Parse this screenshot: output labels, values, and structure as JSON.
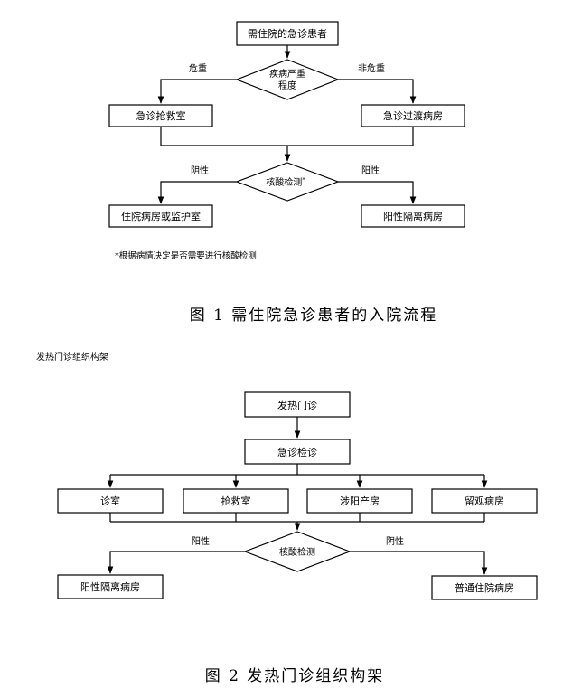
{
  "figure1": {
    "start": "需住院的急诊患者",
    "decision1_line1": "疾病严重",
    "decision1_line2": "程度",
    "left_branch_label": "危重",
    "right_branch_label": "非危重",
    "left_box": "急诊抢救室",
    "right_box": "急诊过渡病房",
    "decision2": "核酸检测",
    "decision2_mark": "*",
    "neg_label": "阴性",
    "pos_label": "阳性",
    "neg_box": "住院病房或监护室",
    "pos_box": "阳性隔离病房",
    "footnote": "*根据病情决定是否需要进行核酸检测",
    "caption": "图 1   需住院急诊患者的入院流程"
  },
  "section_label": "发热门诊组织构架",
  "figure2": {
    "top": "发热门诊",
    "second": "急诊检诊",
    "units": [
      "诊室",
      "抢救室",
      "涉阳产房",
      "留观病房"
    ],
    "decision": "核酸检测",
    "pos_label": "阳性",
    "neg_label": "阴性",
    "pos_box": "阳性隔离病房",
    "neg_box": "普通住院病房",
    "caption": "图 2  发热门诊组织构架"
  }
}
